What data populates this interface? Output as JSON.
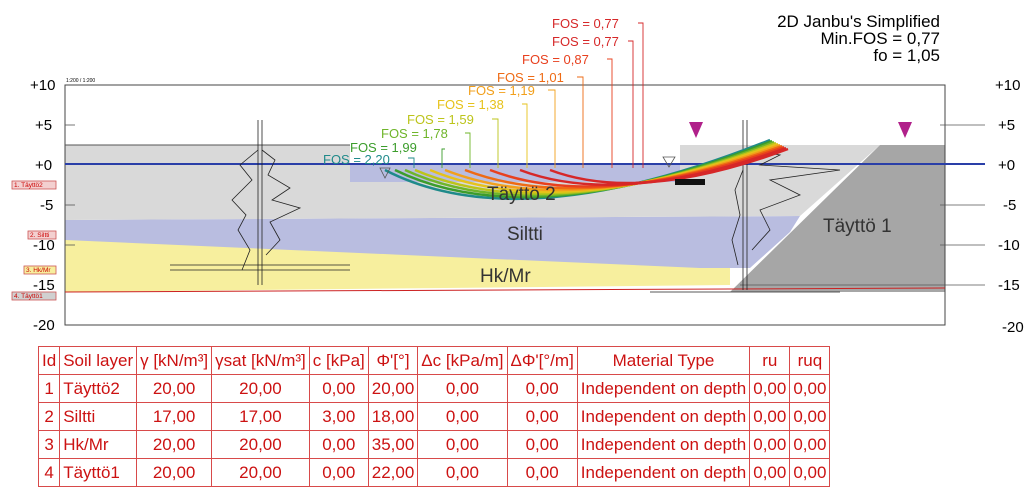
{
  "analysis": {
    "method": "2D Janbu's Simplified",
    "min_fos": "Min.FOS = 0,77",
    "fo": "fo = 1,05"
  },
  "scale_label": "1:200 / 1:200",
  "elevations": [
    "+10",
    "+5",
    "+0",
    "-5",
    "-10",
    "-15",
    "-20"
  ],
  "fos_labels": [
    {
      "text": "FOS = 0,77",
      "color": "#d62728"
    },
    {
      "text": "FOS = 0,77",
      "color": "#d62728"
    },
    {
      "text": "FOS = 0,87",
      "color": "#e8401e"
    },
    {
      "text": "FOS = 1,01",
      "color": "#ee6a14"
    },
    {
      "text": "FOS = 1,19",
      "color": "#f2a01c"
    },
    {
      "text": "FOS = 1,38",
      "color": "#e6c21a"
    },
    {
      "text": "FOS = 1,59",
      "color": "#bcc41a"
    },
    {
      "text": "FOS = 1,78",
      "color": "#6fb52a"
    },
    {
      "text": "FOS = 1,99",
      "color": "#3c9d2c"
    },
    {
      "text": "FOS = 2,20",
      "color": "#1f8a8a"
    }
  ],
  "layer_tags": [
    "1. Täyttö2",
    "2. Siltti",
    "3. Hk/Mr",
    "4. Täyttö1"
  ],
  "layer_names": {
    "fill2": "Täyttö 2",
    "silt": "Siltti",
    "hk": "Hk/Mr",
    "fill1": "Täyttö 1"
  },
  "colors": {
    "fill": "#d9d9d9",
    "silt": "#b9bde0",
    "hk": "#f7ef9e",
    "fill1": "#a6a6a6",
    "water": "#2a3fa8",
    "marker": "#b0208a",
    "table": "#cc1212"
  },
  "table": {
    "headers": [
      "Id",
      "Soil layer",
      "γ [kN/m³]",
      "γsat [kN/m³]",
      "c [kPa]",
      "Φ'[°]",
      "Δc [kPa/m]",
      "ΔΦ'[°/m]",
      "Material Type",
      "ru",
      "ruq"
    ],
    "rows": [
      [
        "1",
        "Täyttö2",
        "20,00",
        "20,00",
        "0,00",
        "20,00",
        "0,00",
        "0,00",
        "Independent on depth",
        "0,00",
        "0,00"
      ],
      [
        "2",
        "Siltti",
        "17,00",
        "17,00",
        "3,00",
        "18,00",
        "0,00",
        "0,00",
        "Independent on depth",
        "0,00",
        "0,00"
      ],
      [
        "3",
        "Hk/Mr",
        "20,00",
        "20,00",
        "0,00",
        "35,00",
        "0,00",
        "0,00",
        "Independent on depth",
        "0,00",
        "0,00"
      ],
      [
        "4",
        "Täyttö1",
        "20,00",
        "20,00",
        "0,00",
        "22,00",
        "0,00",
        "0,00",
        "Independent on depth",
        "0,00",
        "0,00"
      ]
    ]
  }
}
